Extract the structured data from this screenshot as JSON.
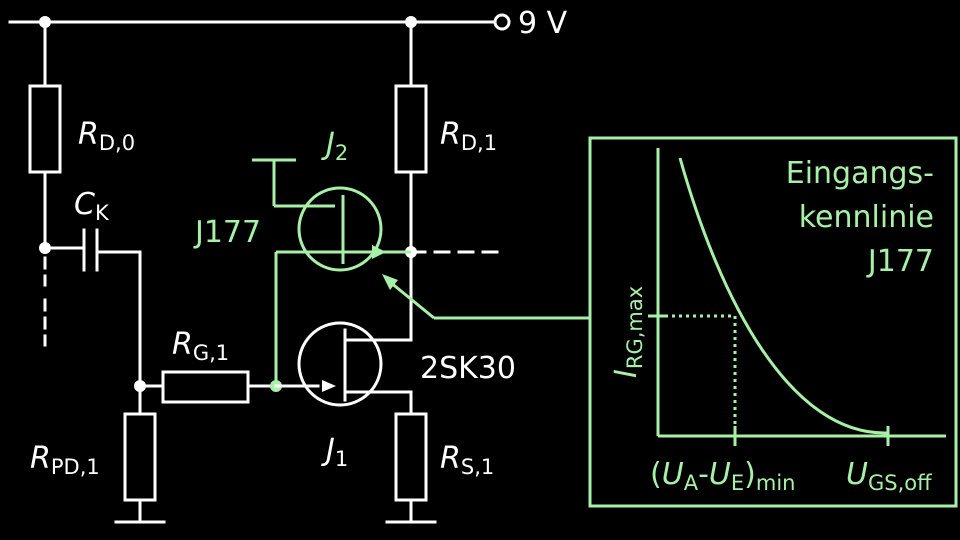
{
  "supply": {
    "label": "9 V"
  },
  "components": {
    "rd0": {
      "main": "R",
      "sub": "D,0"
    },
    "ck": {
      "main": "C",
      "sub": "K"
    },
    "rd1": {
      "main": "R",
      "sub": "D,1"
    },
    "j2": {
      "main": "J",
      "sub": "2",
      "part": "J177"
    },
    "rg1": {
      "main": "R",
      "sub": "G,1"
    },
    "j1": {
      "main": "J",
      "sub": "1",
      "part": "2SK30"
    },
    "rpd1": {
      "main": "R",
      "sub": "PD,1"
    },
    "rs1": {
      "main": "R",
      "sub": "S,1"
    }
  },
  "inset": {
    "title_lines": [
      "Eingangs-",
      "kennlinie",
      "J177"
    ],
    "ylabel": {
      "main": "I",
      "sub": "RG,max"
    },
    "xlabel_left": {
      "open": "(",
      "u1": "U",
      "s1": "A",
      "dash": "-",
      "u2": "U",
      "s2": "E",
      "close": ")",
      "s3": "min"
    },
    "xlabel_right": {
      "main": "U",
      "sub": "GS,off"
    }
  },
  "colors": {
    "accent": "#a8f0a8",
    "wire": "#ffffff",
    "background": "#000000"
  }
}
